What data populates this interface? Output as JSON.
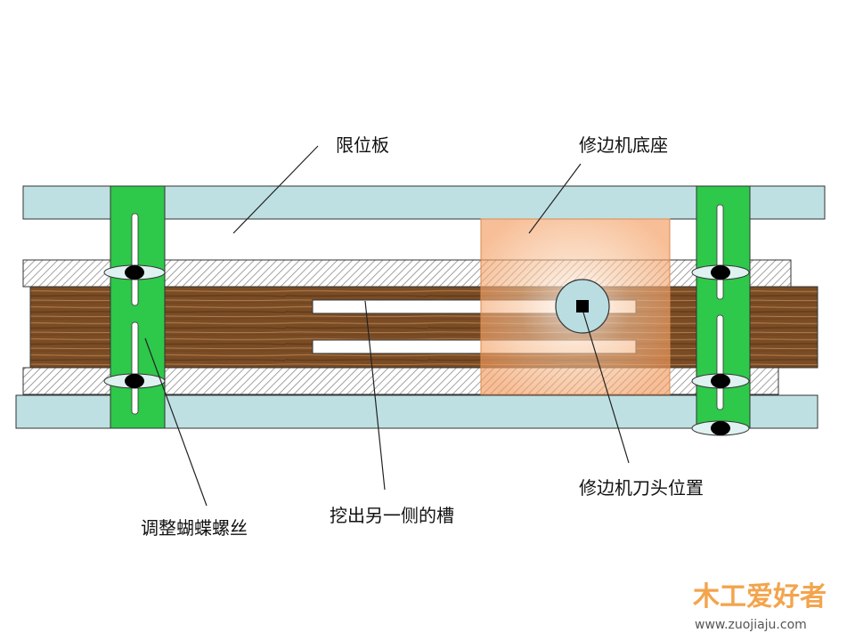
{
  "labels": {
    "limit_plate": "限位板",
    "trimmer_base": "修边机底座",
    "wing_screw": "调整蝴蝶螺丝",
    "slot": "挖出另一侧的槽",
    "cutter_position": "修边机刀头位置"
  },
  "watermark": {
    "brand": "木工爱好者",
    "url": "www.zuojiaju.com"
  },
  "colors": {
    "rail": "#bfe0e2",
    "clamp_bar": "#2ec84a",
    "wood": "#7a4c26",
    "trimmer_base": "#f5a36a",
    "cutter_disc": "#b9dde0",
    "hatch": "#8a8a8a",
    "leader": "#222222"
  }
}
